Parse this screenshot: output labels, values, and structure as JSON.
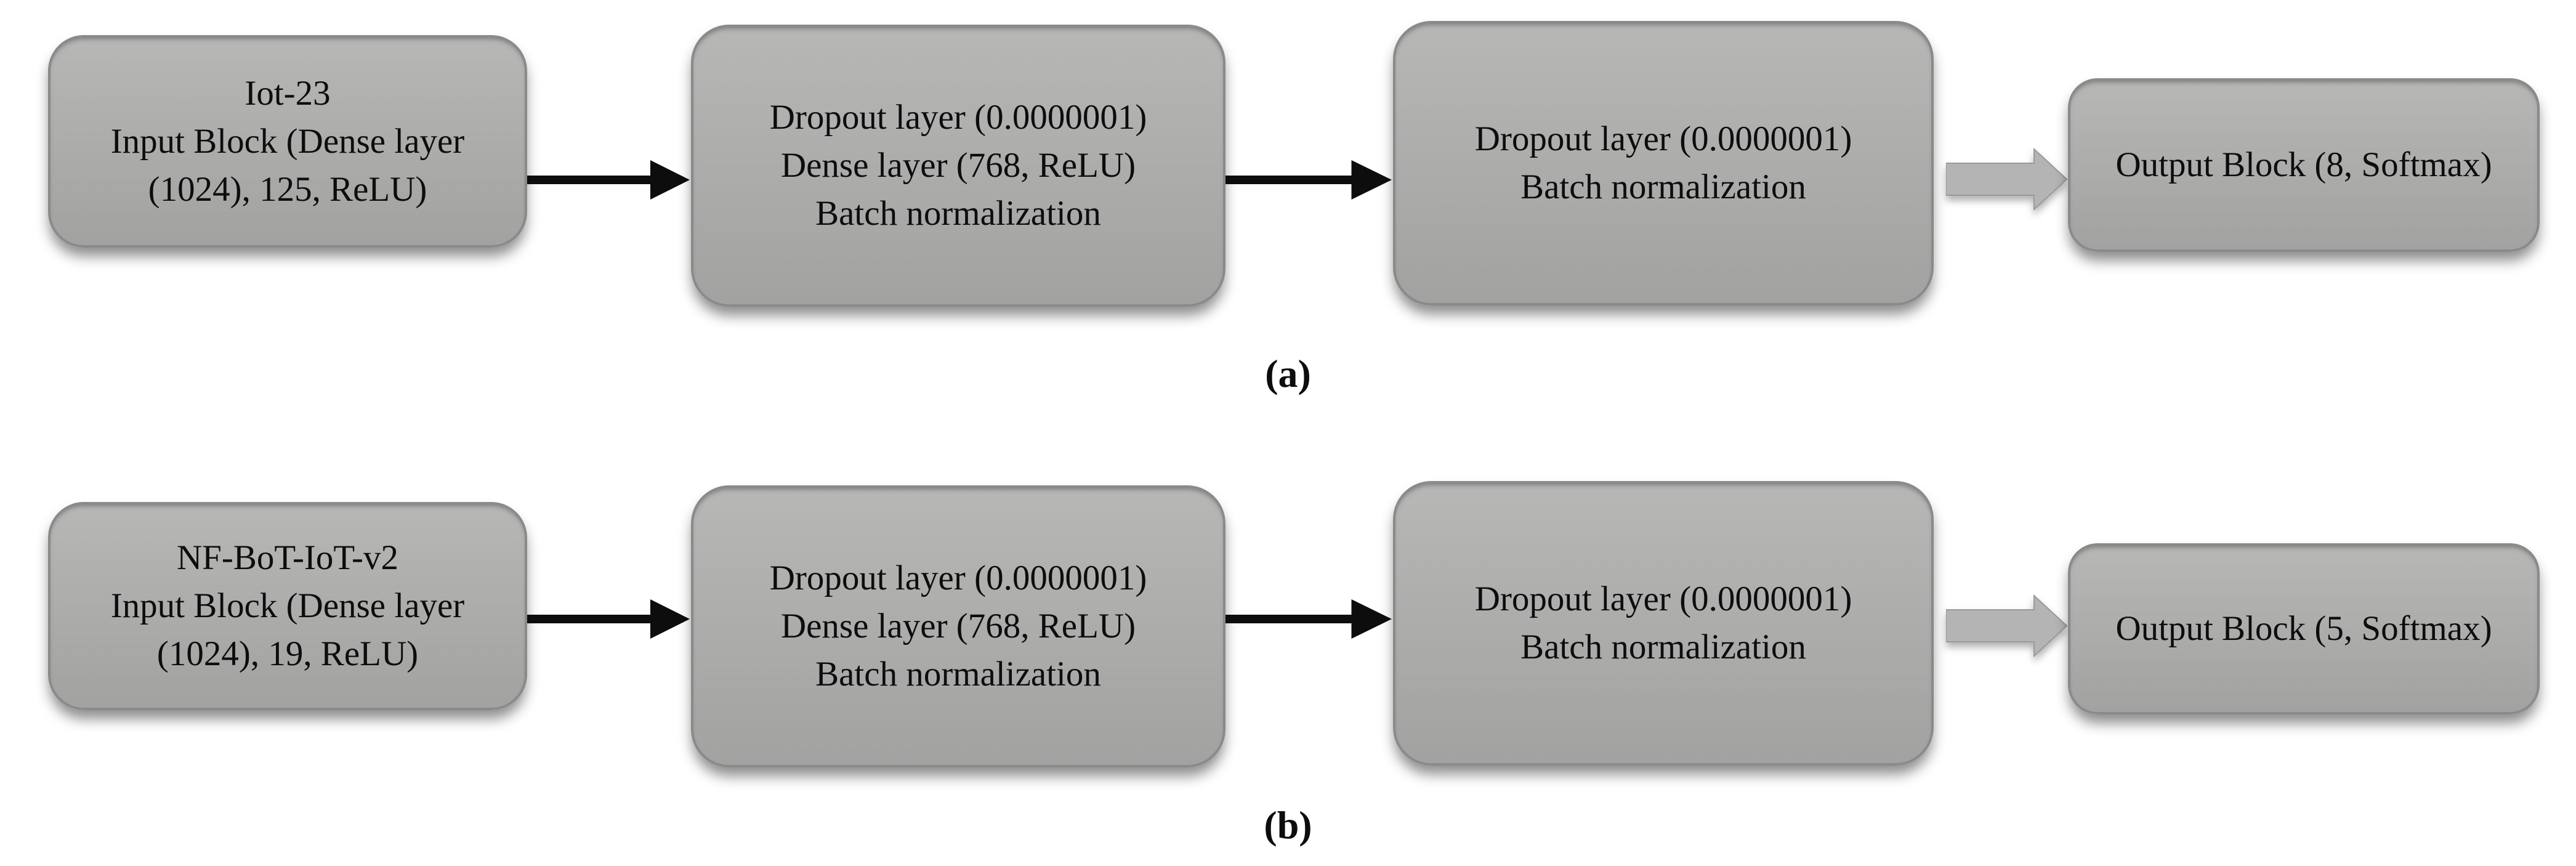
{
  "figure": {
    "rows": [
      {
        "caption": "(a)",
        "blocks": [
          {
            "name": "input-block",
            "lines": [
              "Iot-23",
              "Input Block (Dense layer",
              "(1024), 125, ReLU)"
            ]
          },
          {
            "name": "hidden-block-1",
            "lines": [
              "Dropout layer (0.0000001)",
              "Dense layer (768, ReLU)",
              "Batch normalization"
            ]
          },
          {
            "name": "hidden-block-2",
            "lines": [
              "Dropout layer (0.0000001)",
              "Batch normalization"
            ]
          },
          {
            "name": "output-block",
            "lines": [
              "Output Block (8, Softmax)"
            ]
          }
        ]
      },
      {
        "caption": "(b)",
        "blocks": [
          {
            "name": "input-block",
            "lines": [
              "NF-BoT-IoT-v2",
              "Input Block (Dense layer",
              "(1024), 19, ReLU)"
            ]
          },
          {
            "name": "hidden-block-1",
            "lines": [
              "Dropout layer (0.0000001)",
              "Dense layer (768, ReLU)",
              "Batch normalization"
            ]
          },
          {
            "name": "hidden-block-2",
            "lines": [
              "Dropout layer (0.0000001)",
              "Batch normalization"
            ]
          },
          {
            "name": "output-block",
            "lines": [
              "Output Block (5, Softmax)"
            ]
          }
        ]
      }
    ]
  },
  "colors": {
    "background": "#ffffff",
    "box_fill_top": "#b7b7b6",
    "box_fill_bottom": "#a2a2a1",
    "box_border": "#8a8a8a",
    "text_color": "#0d0d0d",
    "arrow_color": "#0d0d0d",
    "block_arrow_fill": "#b4b4b4",
    "block_arrow_edge": "#9a9a9a"
  }
}
